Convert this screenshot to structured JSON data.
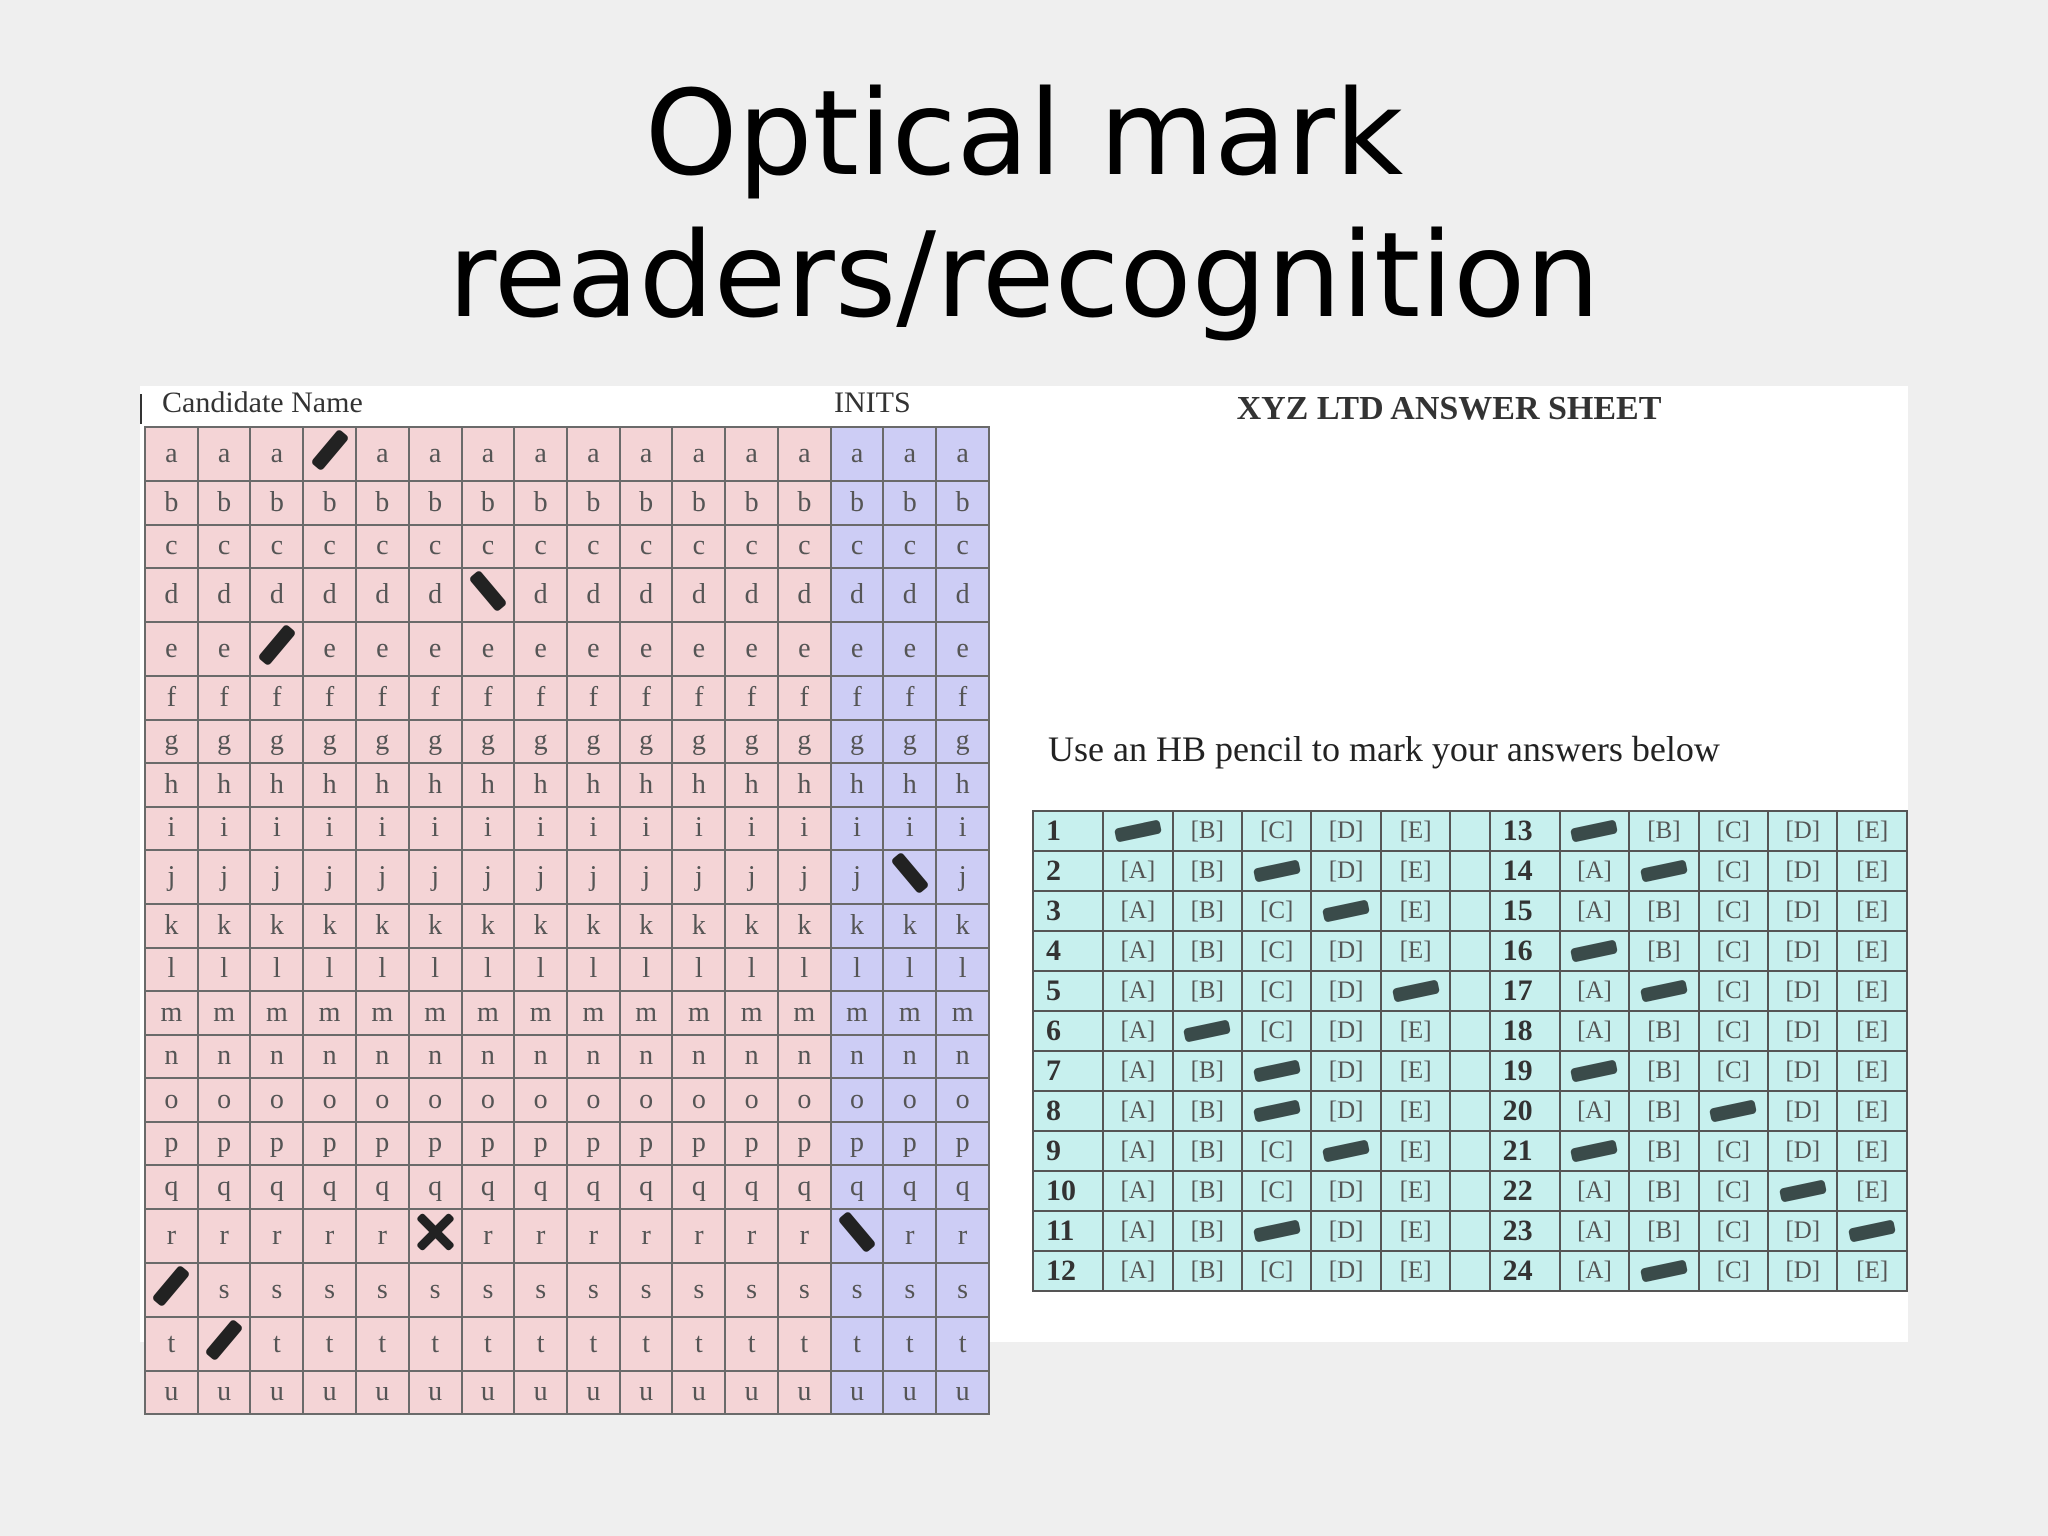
{
  "title": {
    "line1": "Optical mark",
    "line2": "readers/recognition"
  },
  "candidate_sheet": {
    "name_label": "Candidate Name",
    "inits_label": "INITS",
    "name_columns": 13,
    "inits_columns": 3,
    "letters": [
      "a",
      "b",
      "c",
      "d",
      "e",
      "f",
      "g",
      "h",
      "i",
      "j",
      "k",
      "l",
      "m",
      "n",
      "o",
      "p",
      "q",
      "r",
      "s",
      "t",
      "u"
    ],
    "marks": [
      {
        "row": 0,
        "col": 3,
        "style": "back"
      },
      {
        "row": 3,
        "col": 6,
        "style": "slash"
      },
      {
        "row": 4,
        "col": 2,
        "style": "back"
      },
      {
        "row": 9,
        "col": 14,
        "style": "slash"
      },
      {
        "row": 17,
        "col": 5,
        "style": "x"
      },
      {
        "row": 17,
        "col": 13,
        "style": "slash"
      },
      {
        "row": 18,
        "col": 0,
        "style": "back"
      },
      {
        "row": 19,
        "col": 1,
        "style": "back"
      }
    ],
    "colors": {
      "name_area": "#f4d4d6",
      "inits_area": "#cdcdf5"
    }
  },
  "answer_sheet": {
    "title": "XYZ LTD ANSWER SHEET",
    "instruction": "Use an HB pencil to mark your answers below",
    "options": [
      "[A]",
      "[B]",
      "[C]",
      "[D]",
      "[E]"
    ],
    "questions": [
      {
        "n": "1",
        "answer": "A"
      },
      {
        "n": "2",
        "answer": "C"
      },
      {
        "n": "3",
        "answer": "D"
      },
      {
        "n": "4",
        "answer": ""
      },
      {
        "n": "5",
        "answer": "E"
      },
      {
        "n": "6",
        "answer": "B"
      },
      {
        "n": "7",
        "answer": "C"
      },
      {
        "n": "8",
        "answer": "C"
      },
      {
        "n": "9",
        "answer": "D"
      },
      {
        "n": "10",
        "answer": ""
      },
      {
        "n": "11",
        "answer": "C"
      },
      {
        "n": "12",
        "answer": ""
      },
      {
        "n": "13",
        "answer": "A"
      },
      {
        "n": "14",
        "answer": "B"
      },
      {
        "n": "15",
        "answer": ""
      },
      {
        "n": "16",
        "answer": "A"
      },
      {
        "n": "17",
        "answer": "B"
      },
      {
        "n": "18",
        "answer": ""
      },
      {
        "n": "19",
        "answer": "A"
      },
      {
        "n": "20",
        "answer": "C"
      },
      {
        "n": "21",
        "answer": "A"
      },
      {
        "n": "22",
        "answer": "D"
      },
      {
        "n": "23",
        "answer": "E"
      },
      {
        "n": "24",
        "answer": "B"
      }
    ],
    "colors": {
      "grid_bg": "#c7f0ee"
    }
  }
}
